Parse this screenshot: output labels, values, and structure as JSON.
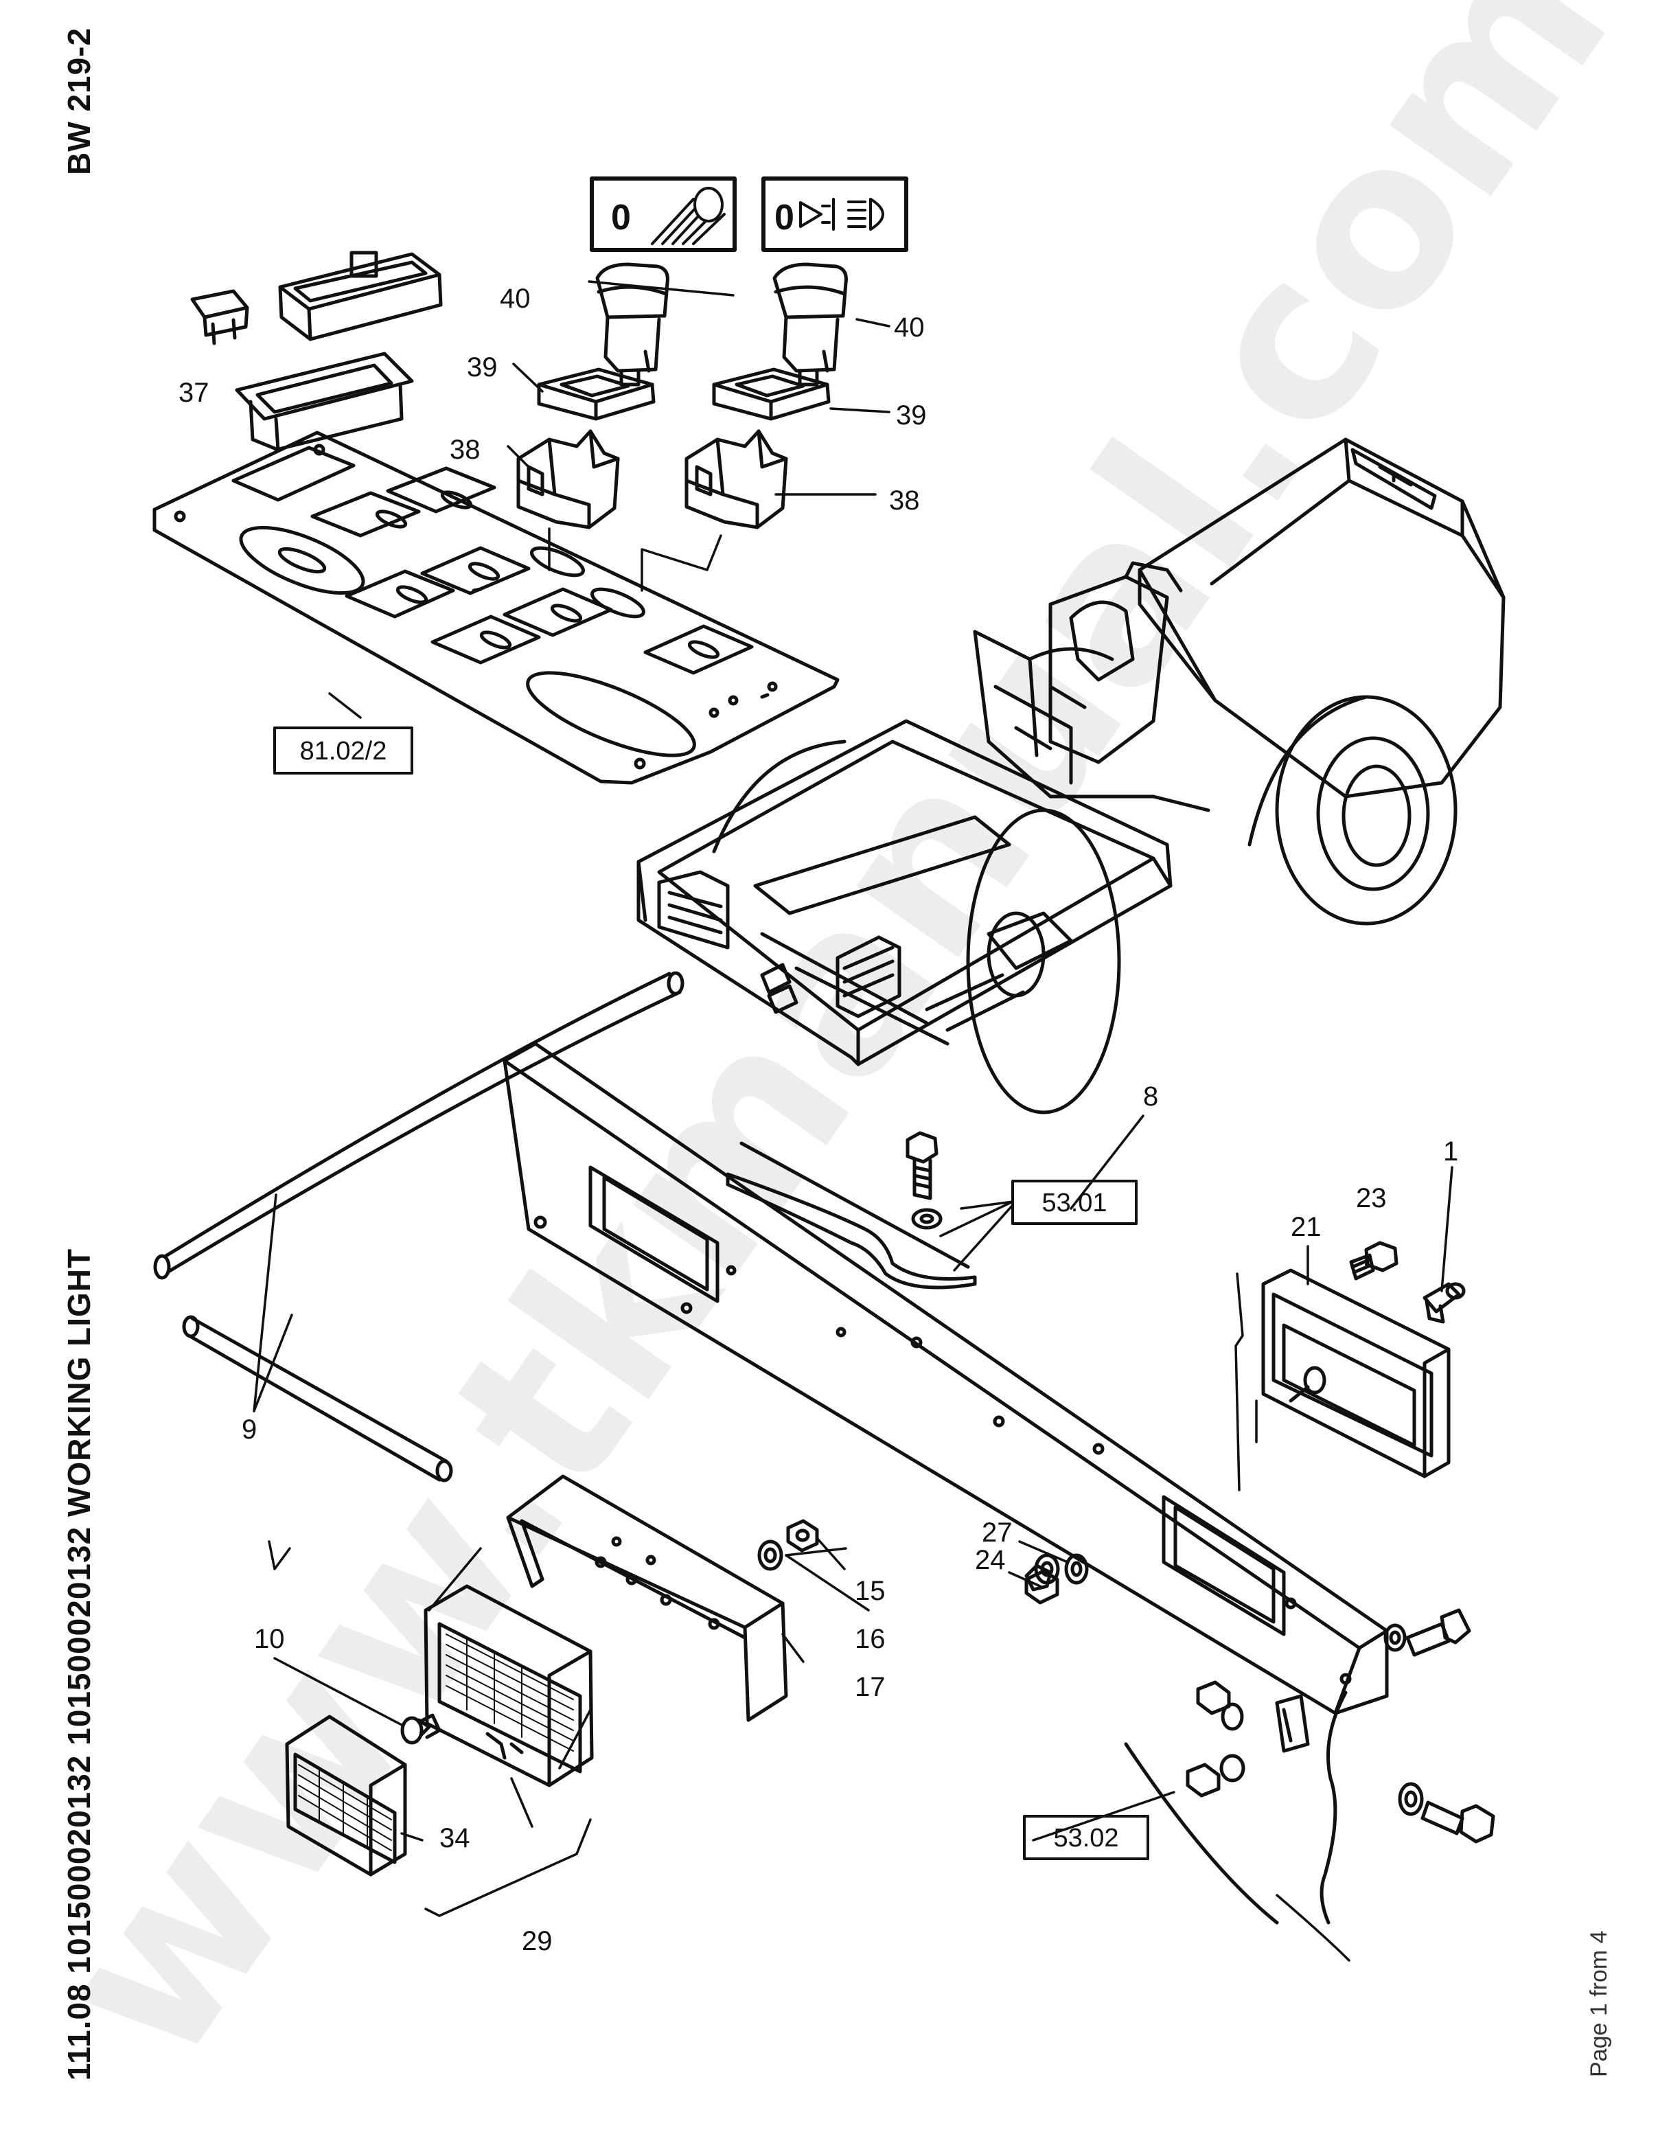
{
  "header": {
    "model_code": "BW 219-2"
  },
  "title": "111.08 101500020132 101500020132 WORKING LIGHT",
  "footer": {
    "page_info": "Page 1 from 4"
  },
  "watermark": "www.tkmanual.com",
  "icons": {
    "switch_left_digit": "0",
    "switch_right_digit": "0"
  },
  "callouts": {
    "c1": "1",
    "c8": "8",
    "c9": "9",
    "c10": "10",
    "c15": "15",
    "c16": "16",
    "c17": "17",
    "c21": "21",
    "c23": "23",
    "c24": "24",
    "c27": "27",
    "c29": "29",
    "c34": "34",
    "c37": "37",
    "c38a": "38",
    "c38b": "38",
    "c39a": "39",
    "c39b": "39",
    "c40a": "40",
    "c40b": "40"
  },
  "refs": {
    "r8102": "81.02/2",
    "r5301": "53.01",
    "r5302": "53.02"
  }
}
